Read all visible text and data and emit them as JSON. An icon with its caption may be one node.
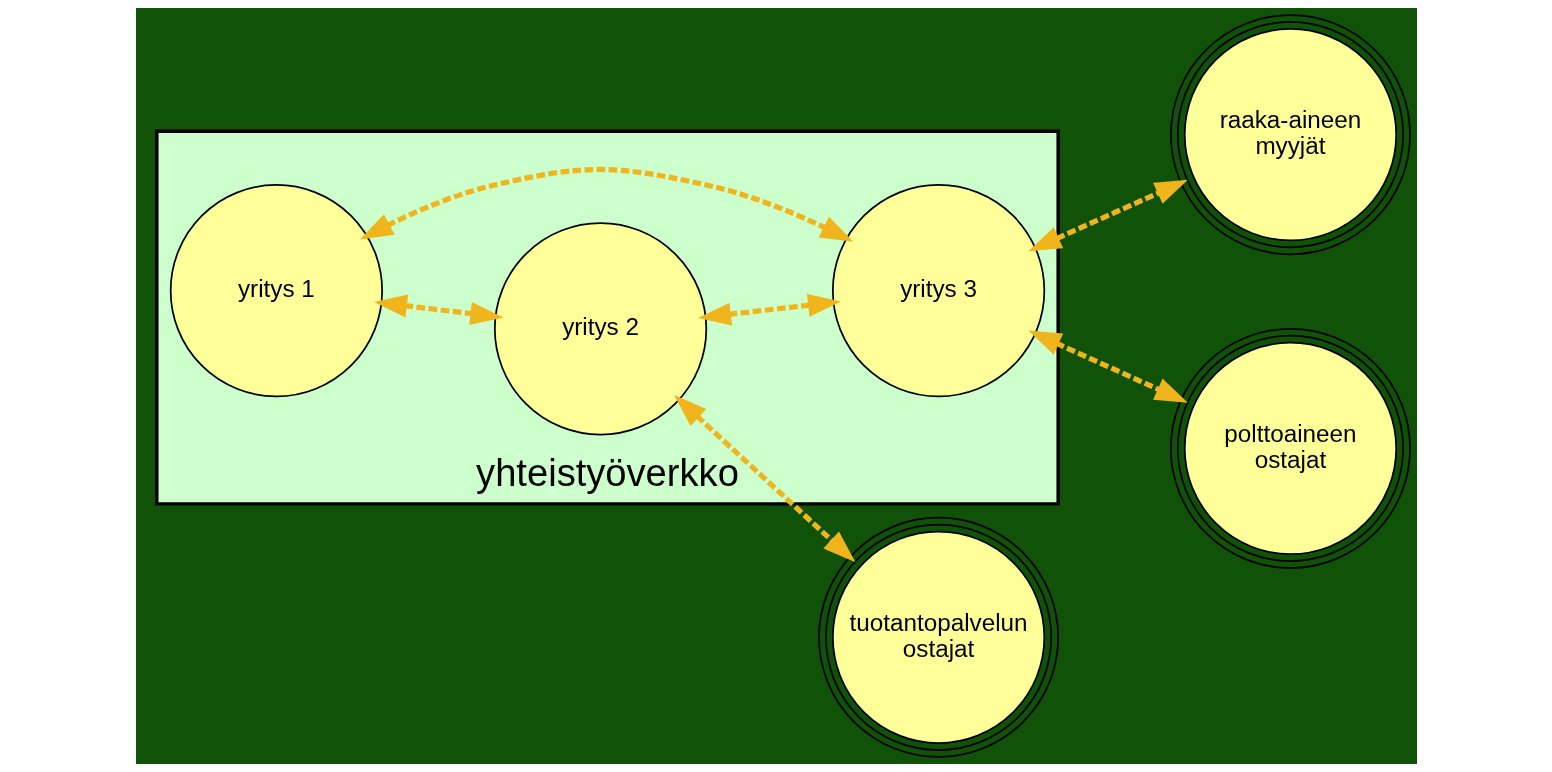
{
  "diagram": {
    "nodes": [
      {
        "text": [
          "yhteistyöverkko"
        ]
      },
      {
        "text": [
          "yritys 1"
        ],
        "in": 0
      },
      {
        "text": [
          "yritys 2"
        ],
        "in": 0
      },
      {
        "text": [
          "yritys 3"
        ],
        "in": 0
      },
      {
        "text": [
          "raaka-aineen myyjät"
        ]
      },
      {
        "text": [
          "tuotantopalvelun ostajat"
        ]
      },
      {
        "text": [
          "polttoaineen ostajat"
        ]
      }
    ],
    "edges": [
      {
        "from": 1,
        "to": 2,
        "arrow": "both",
        "style": "dashed"
      },
      {
        "from": 2,
        "to": 5,
        "arrow": "both",
        "style": "dashed"
      },
      {
        "from": 1,
        "to": 3,
        "arrow": "both",
        "style": "dashed"
      },
      {
        "from": 2,
        "to": 3,
        "arrow": "both",
        "style": "dashed"
      },
      {
        "from": 3,
        "to": 4,
        "arrow": "both",
        "style": "dashed"
      },
      {
        "from": 3,
        "to": 6,
        "arrow": "both",
        "style": "dashed"
      }
    ]
  }
}
